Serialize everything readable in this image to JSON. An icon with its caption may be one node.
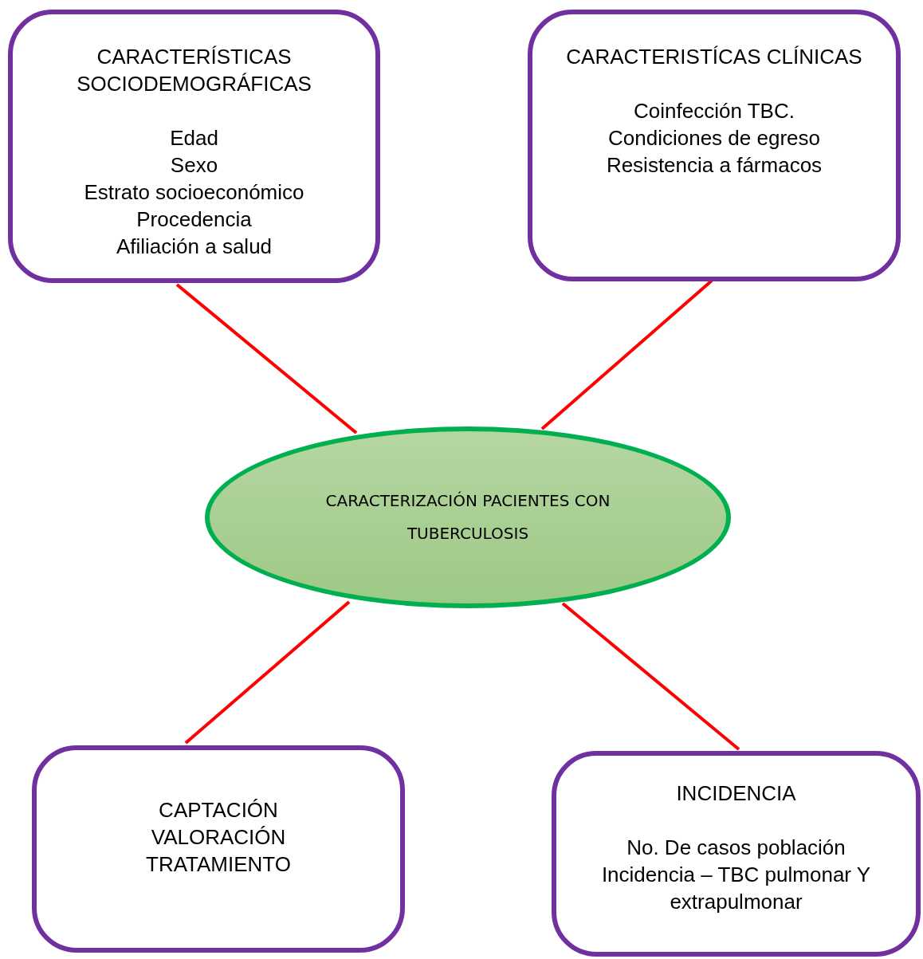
{
  "diagram": {
    "nodes": [
      {
        "text": [
          "CARACTERÍSTICAS SOCIODEMOGRÁFICAS",
          "Edad",
          "Sexo",
          "Estrato socioeconómico",
          "Procedencia",
          "Afiliación a salud"
        ]
      },
      {
        "text": [
          "CARACTERISTÍCAS CLÍNICAS",
          "Coinfección TBC.",
          "Condiciones de egreso",
          "Resistencia a fármacos"
        ]
      },
      {
        "text": [
          "CARACTERIZACIÓN PACIENTES CON TUBERCULOSIS"
        ]
      },
      {
        "text": [
          "CAPTACIÓN",
          "VALORACIÓN",
          "TRATAMIENTO"
        ]
      },
      {
        "text": [
          "INCIDENCIA",
          "No. De casos población",
          "Incidencia – TBC pulmonar Y extrapulmonar"
        ]
      }
    ],
    "edges": [
      {
        "from": 0,
        "to": 2,
        "arrow": "none"
      },
      {
        "from": 1,
        "to": 2,
        "arrow": "none"
      },
      {
        "from": 2,
        "to": 3,
        "arrow": "none"
      },
      {
        "from": 2,
        "to": 4,
        "arrow": "none"
      }
    ]
  }
}
